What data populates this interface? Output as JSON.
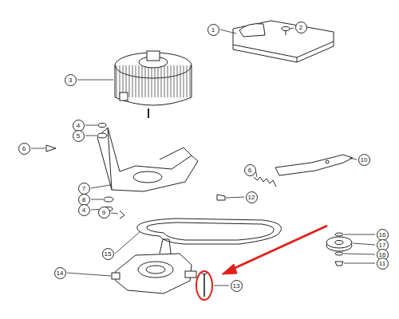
{
  "diagram": {
    "labels": [
      "1",
      "2",
      "3",
      "4",
      "5",
      "6",
      "7",
      "8",
      "4",
      "9",
      "6",
      "10",
      "12",
      "15",
      "16",
      "17",
      "16",
      "11",
      "14",
      "13"
    ]
  }
}
